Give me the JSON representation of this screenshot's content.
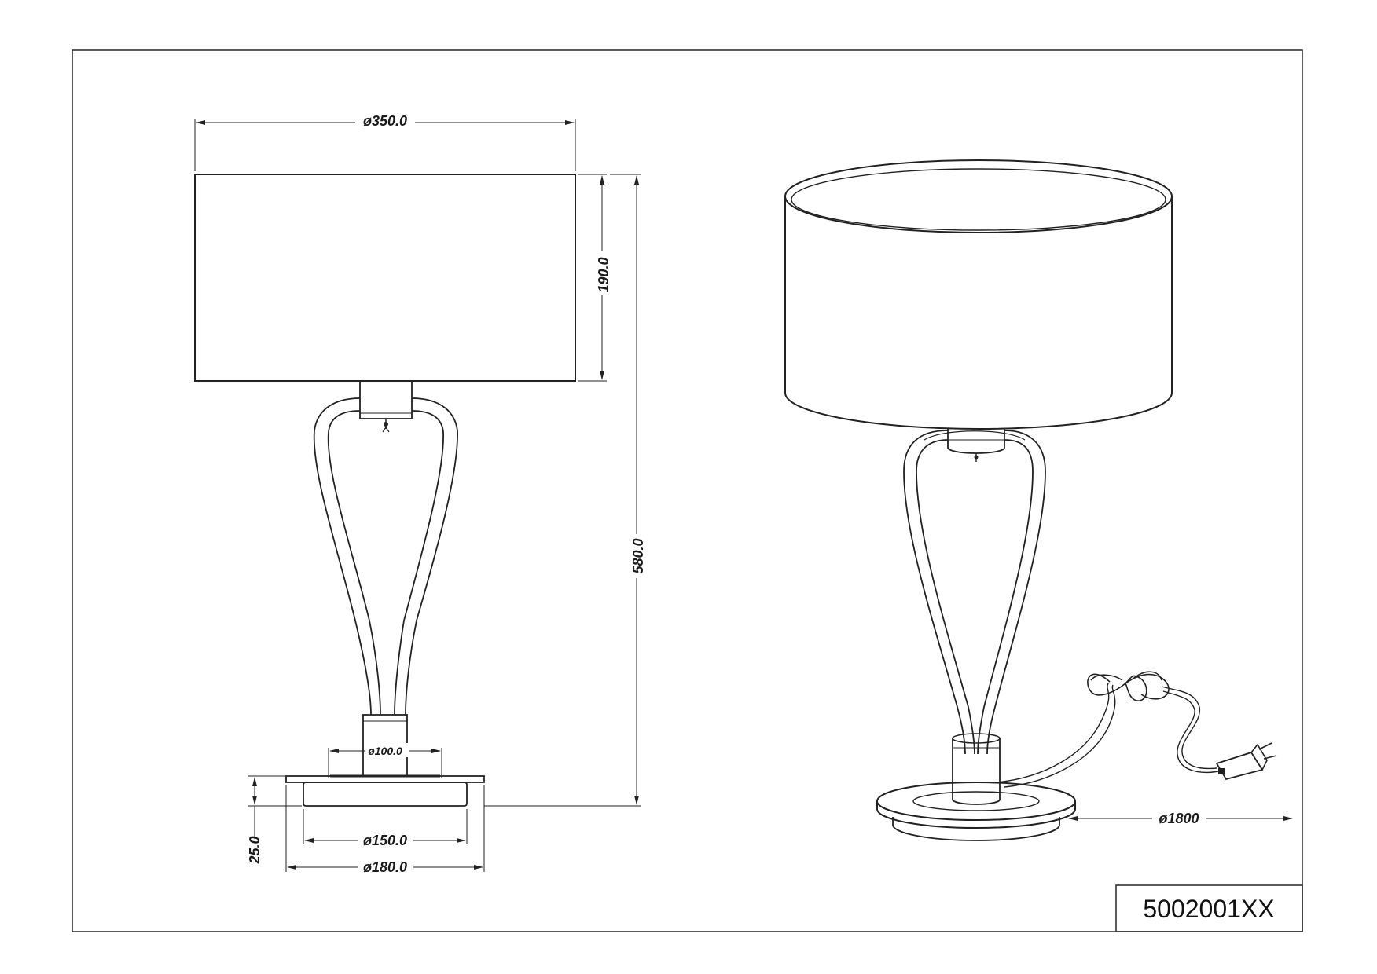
{
  "drawing": {
    "dimensions": {
      "shade_diameter": "ø350.0",
      "shade_height": "190.0",
      "total_height": "580.0",
      "stem_diameter": "ø100.0",
      "base_height": "25.0",
      "base_inner_diameter": "ø150.0",
      "base_outer_diameter": "ø180.0",
      "cable_length": "ø1800"
    },
    "part_number": "5002001XX"
  }
}
